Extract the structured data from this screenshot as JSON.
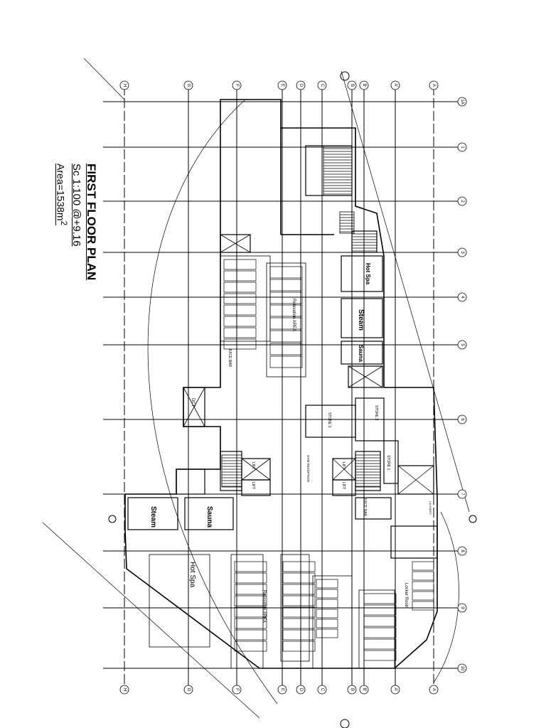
{
  "title": {
    "line1": "FIRST FLOOR PLAN",
    "line2": "Sc 1:100 @+9.16",
    "line3": "Area=1538m",
    "line3_sup": "2"
  },
  "grid_letters": [
    "H",
    "G",
    "F",
    "E",
    "D",
    "C",
    "B",
    "B'",
    "A'",
    "A"
  ],
  "grid_numbers": [
    "10",
    "9",
    "8",
    "7",
    "6",
    "5",
    "4",
    "3",
    "2",
    "1",
    "1A"
  ],
  "rooms": {
    "steam_top": "Steam",
    "sauna": "Sauna",
    "hot_spa": "Hot Spa",
    "relaxation_left": "Relaxation AREA",
    "relaxation_upper": "Relaxation AREA",
    "juice_bar_upper": "JUICE BAR",
    "juice_bar_lower": "JUICE BAR",
    "steam_right": "Steam",
    "sauna_right": "Sauna",
    "hot_spa_right": "Hot Spa",
    "store_1": "STORE 1",
    "store_2": "STORE 2",
    "store_3": "STORE 3",
    "locker_room": "Locker Room",
    "laundry": "LAUNDRY",
    "gym_reception": "GYM RECEPTION",
    "dct": "DCT",
    "lift_1": "LIFT",
    "lift_2": "LIFT",
    "lift_3": "LIFT",
    "lift_4": "LIFT"
  },
  "colors": {
    "line": "#000000",
    "thin": "#555555",
    "bg": "#ffffff"
  }
}
